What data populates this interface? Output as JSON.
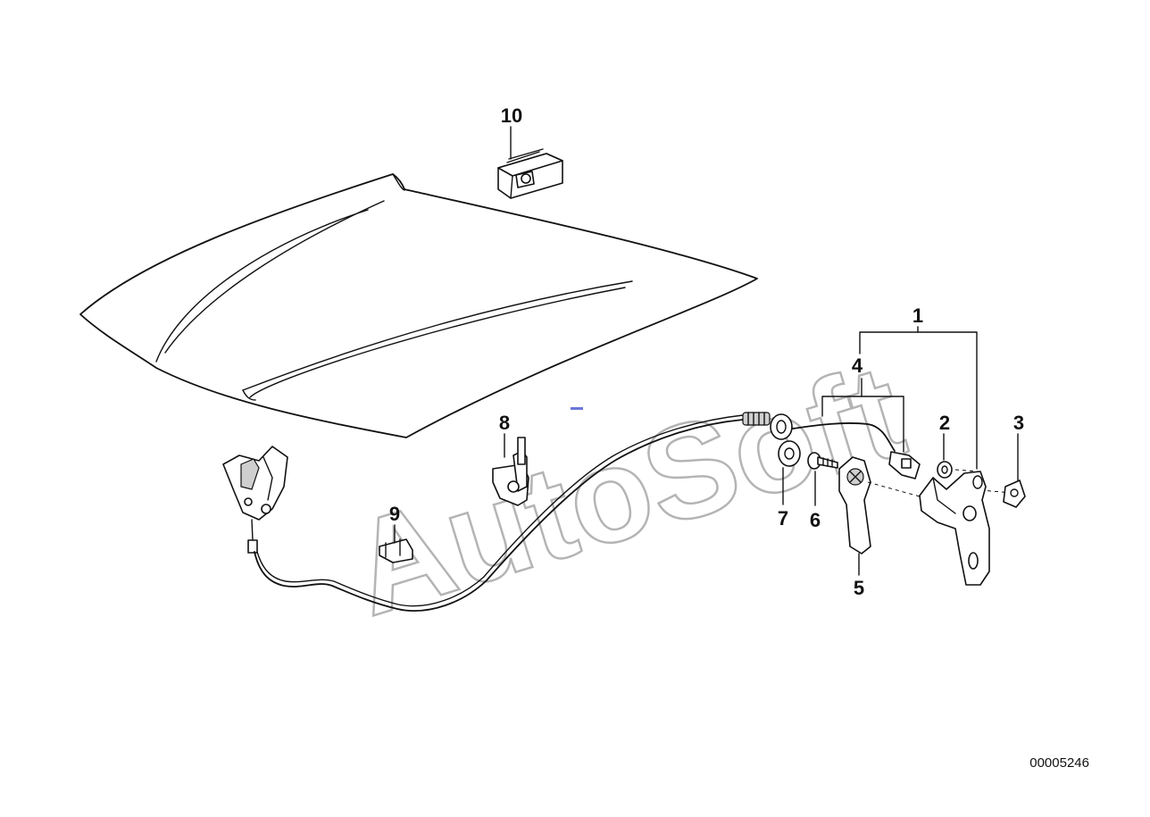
{
  "watermark": "AutoSoft",
  "diagram_number": "00005246",
  "callouts": {
    "c1": "1",
    "c2": "2",
    "c3": "3",
    "c4": "4",
    "c5": "5",
    "c6": "6",
    "c7": "7",
    "c8": "8",
    "c9": "9",
    "c10": "10"
  }
}
